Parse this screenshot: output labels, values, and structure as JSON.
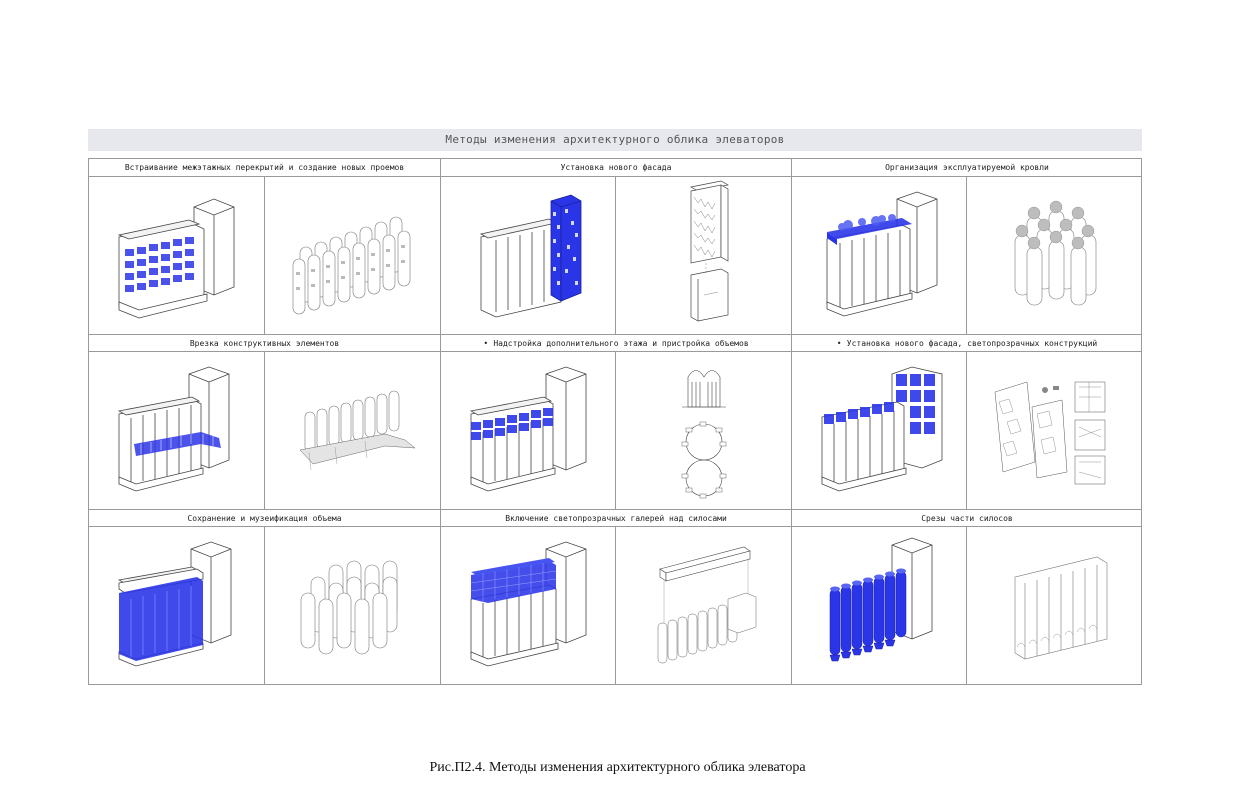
{
  "title": "Методы изменения архитектурного облика элеваторов",
  "sections": [
    {
      "label": "Встраивание межэтажных перекрытий и создание новых проемов",
      "bullet": false
    },
    {
      "label": "Установка нового фасада",
      "bullet": false
    },
    {
      "label": "Организация эксплуатируемой кровли",
      "bullet": false
    },
    {
      "label": "Врезка конструктивных элементов",
      "bullet": false
    },
    {
      "label": "Надстройка дополнительного этажа и пристройка объемов",
      "bullet": true
    },
    {
      "label": "Установка нового фасада, светопрозрачных конструкций",
      "bullet": true
    },
    {
      "label": "Сохранение и музеификация объема",
      "bullet": false
    },
    {
      "label": "Включение светопрозрачных галерей над силосами",
      "bullet": false
    },
    {
      "label": "Срезы части силосов",
      "bullet": false
    }
  ],
  "bullet_glyph": "•",
  "caption": "Рис.П2.4.  Методы изменения архитектурного облика элеватора",
  "colors": {
    "accent_blue": "#2b35e8",
    "line": "#444444",
    "header_bg": "#e6e8ee"
  }
}
